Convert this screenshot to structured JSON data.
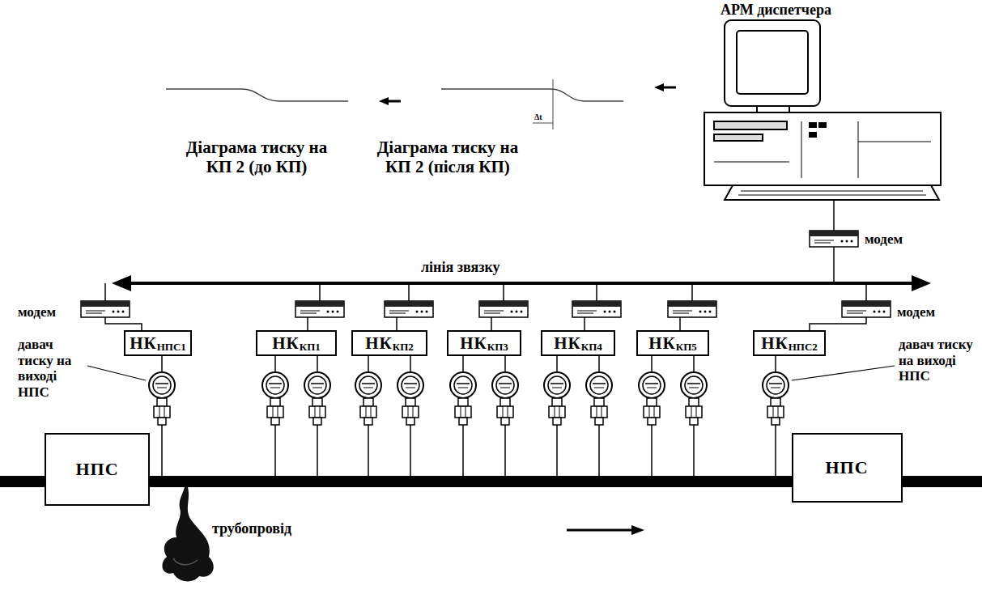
{
  "diagram": {
    "nodes": [
      {
        "text": [
          "НК",
          "НПС1"
        ]
      },
      {
        "text": [
          "НК",
          "КП1"
        ]
      },
      {
        "text": [
          "НК",
          "КП2"
        ]
      },
      {
        "text": [
          "НК",
          "КП3"
        ]
      },
      {
        "text": [
          "НК",
          "КП4"
        ]
      },
      {
        "text": [
          "НК",
          "КП5"
        ]
      },
      {
        "text": [
          "НК",
          "НПС2"
        ]
      },
      {
        "text": [
          "НПС"
        ]
      },
      {
        "text": [
          "НПС"
        ]
      }
    ],
    "labels": [
      "АРМ диспетчера",
      "Діаграма тиску на КП 2 (до КП)",
      "Діаграма тиску на КП 2 (після КП)",
      "Δt",
      "модем",
      "лінія звязку",
      "модем",
      "модем",
      "давач тиску на виході НПС",
      "давач тиску на виході НПС",
      "трубопровід"
    ]
  }
}
